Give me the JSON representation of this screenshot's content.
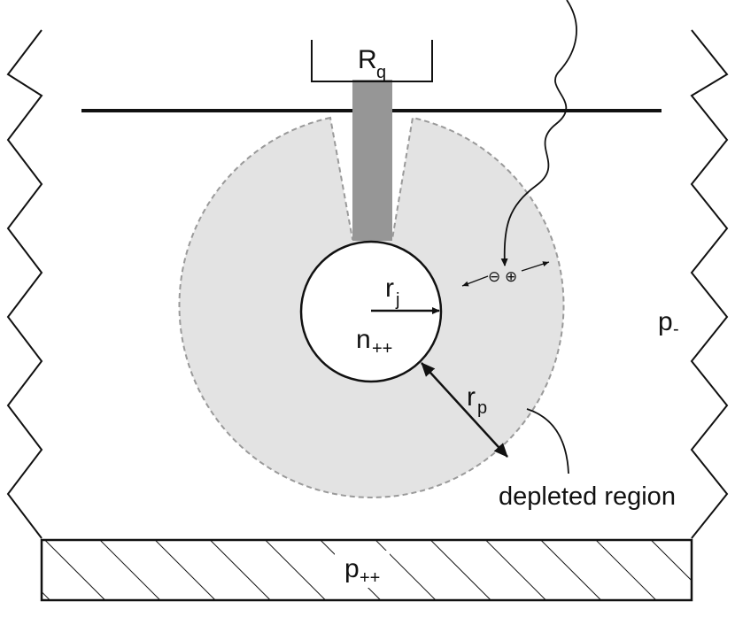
{
  "labels": {
    "resistor": {
      "main": "R",
      "sub": "q"
    },
    "junction_radius": {
      "main": "r",
      "sub": "j"
    },
    "core": {
      "main": "n",
      "sub": "++"
    },
    "depletion_width": {
      "main": "r",
      "sub": "p"
    },
    "bulk": {
      "main": "p",
      "sub": "-"
    },
    "substrate": {
      "main": "p",
      "sub": "++"
    },
    "depleted_region": "depleted region"
  },
  "symbols": {
    "electron": "⊖",
    "hole": "⊕"
  },
  "colors": {
    "background": "#ffffff",
    "depleted_fill": "#e3e3e3",
    "depleted_outline": "#9a9a9a",
    "quench_column": "#969696",
    "line": "#111111"
  }
}
